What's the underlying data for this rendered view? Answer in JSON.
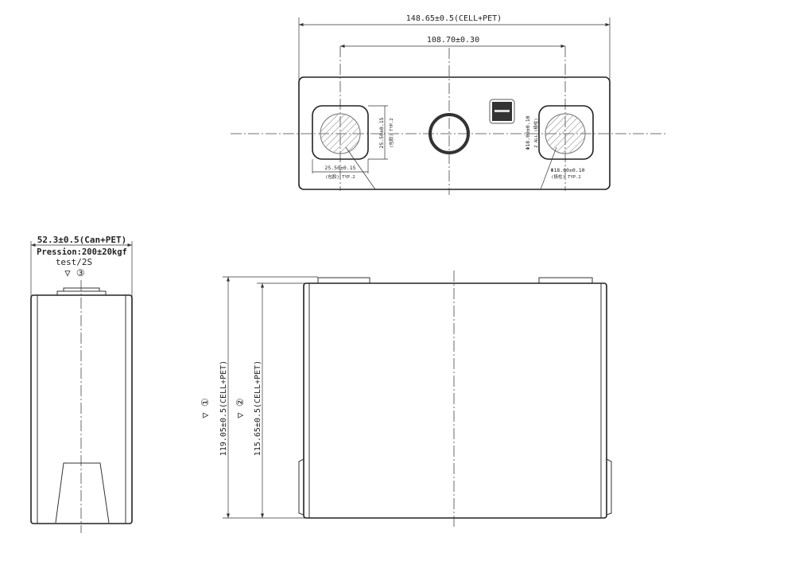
{
  "top_view": {
    "overall_width": "148.65±0.5(CELL+PET)",
    "terminal_pitch": "108.70±0.30",
    "neg_terminal_height": "25.50±0.15",
    "neg_terminal_height_note": "(包胶) TYP.2",
    "neg_terminal_width": "25.50±0.15",
    "neg_terminal_width_note": "(包胶) TYP.2",
    "pos_pole_dia": "Φ18.00±0.10",
    "pos_pole_dia_note": "2 ALL (极柱)",
    "pos_pole_dia_bottom": "Φ18.00±0.10",
    "pos_pole_dia_bottom_note": "(极柱) TYP.2"
  },
  "side_view": {
    "thickness": "52.3±0.5(Can+PET)",
    "pression": "Pression:200±20kgf",
    "test": "test/2S",
    "marker": "▽ ③"
  },
  "front_view": {
    "total_height": "119.05±0.5(CELL+PET)",
    "total_height_marker": "▽ ①",
    "body_height": "115.65±0.5(CELL+PET)",
    "body_height_marker": "▽ ②"
  }
}
